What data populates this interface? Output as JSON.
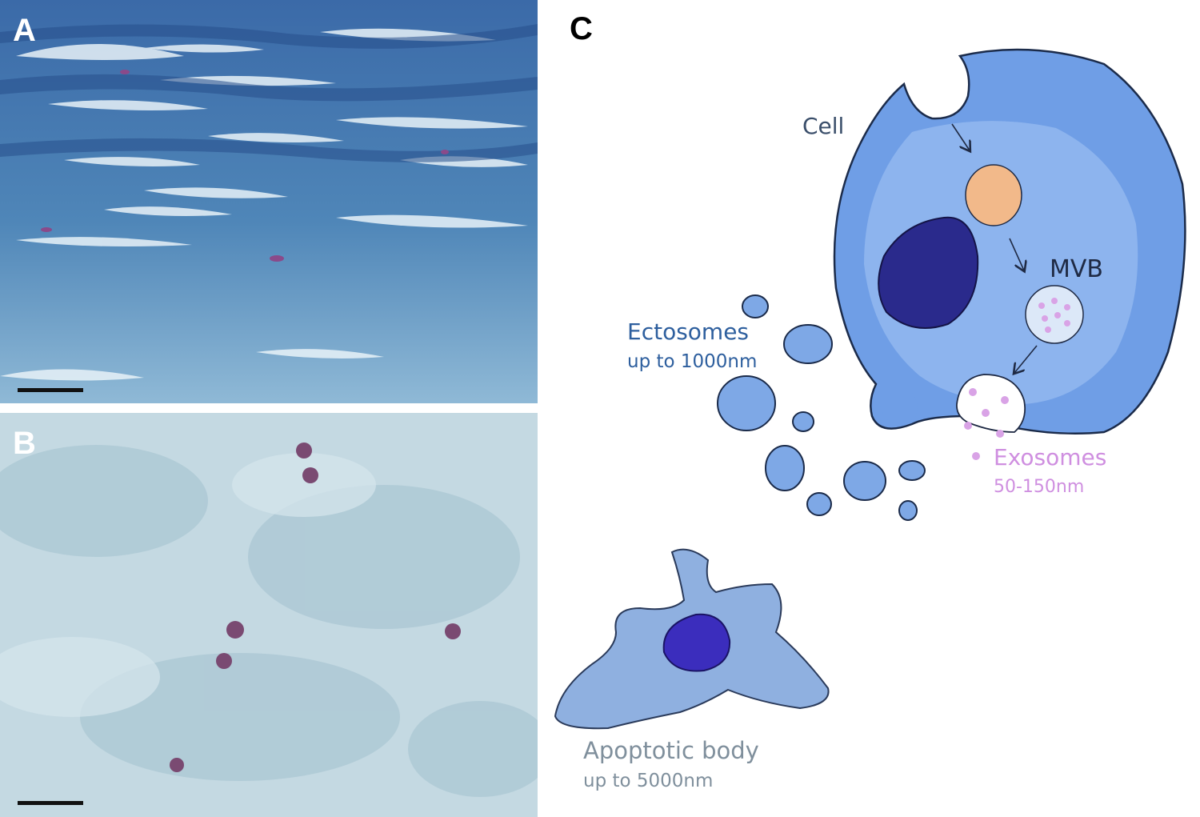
{
  "panels": {
    "a": {
      "letter": "A"
    },
    "b": {
      "letter": "B"
    },
    "c": {
      "letter": "C"
    }
  },
  "diagram": {
    "cell_label": "Cell",
    "mvb_label": "MVB",
    "ectosomes_label": "Ectosomes",
    "ectosomes_size": "up to 1000nm",
    "exosomes_label": "Exosomes",
    "exosomes_size": "50-150nm",
    "apoptotic_label": "Apoptotic body",
    "apoptotic_size": "up to 5000nm"
  },
  "colors": {
    "cell_outer": "#6f9ee6",
    "cell_inner": "#8db4ee",
    "nucleus": "#2a2a8c",
    "endosome": "#f2b98a",
    "mvb": "#dce8f8",
    "vesicle_pink": "#d9a3e6",
    "ectosome": "#7ea8e6",
    "apoptotic_body": "#8fb0e0",
    "apoptotic_nucleus": "#3b2dbd",
    "label_dark": "#3a4e6a",
    "label_blue": "#2e5f9e",
    "label_pink": "#cf8fe0",
    "label_grey": "#7f8f9c"
  }
}
